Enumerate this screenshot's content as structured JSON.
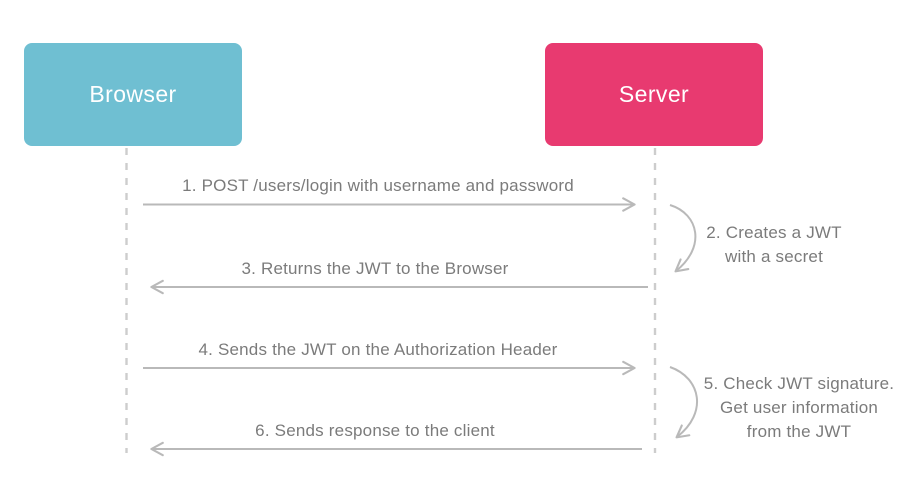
{
  "colors": {
    "background": "#ffffff",
    "browser_box": "#6fbfd2",
    "server_box": "#e83a70",
    "box_text": "#ffffff",
    "message_text": "#7b7b7b",
    "arrow": "#b9b9b9",
    "lifeline": "#cdcdcd"
  },
  "actors": [
    {
      "id": "browser",
      "label": "Browser"
    },
    {
      "id": "server",
      "label": "Server"
    }
  ],
  "messages": [
    {
      "step": 1,
      "from": "browser",
      "to": "server",
      "direction": "right",
      "label": "1. POST /users/login with username and password"
    },
    {
      "step": 3,
      "from": "server",
      "to": "browser",
      "direction": "left",
      "label": "3. Returns the JWT to the Browser"
    },
    {
      "step": 4,
      "from": "browser",
      "to": "server",
      "direction": "right",
      "label": "4. Sends the JWT on the Authorization Header"
    },
    {
      "step": 6,
      "from": "server",
      "to": "browser",
      "direction": "left",
      "label": "6. Sends response to the client"
    }
  ],
  "server_actions": [
    {
      "step": 2,
      "lines": [
        "2. Creates a JWT",
        "with a secret"
      ]
    },
    {
      "step": 5,
      "lines": [
        "5. Check JWT signature.",
        "Get user information",
        "from the JWT"
      ]
    }
  ]
}
